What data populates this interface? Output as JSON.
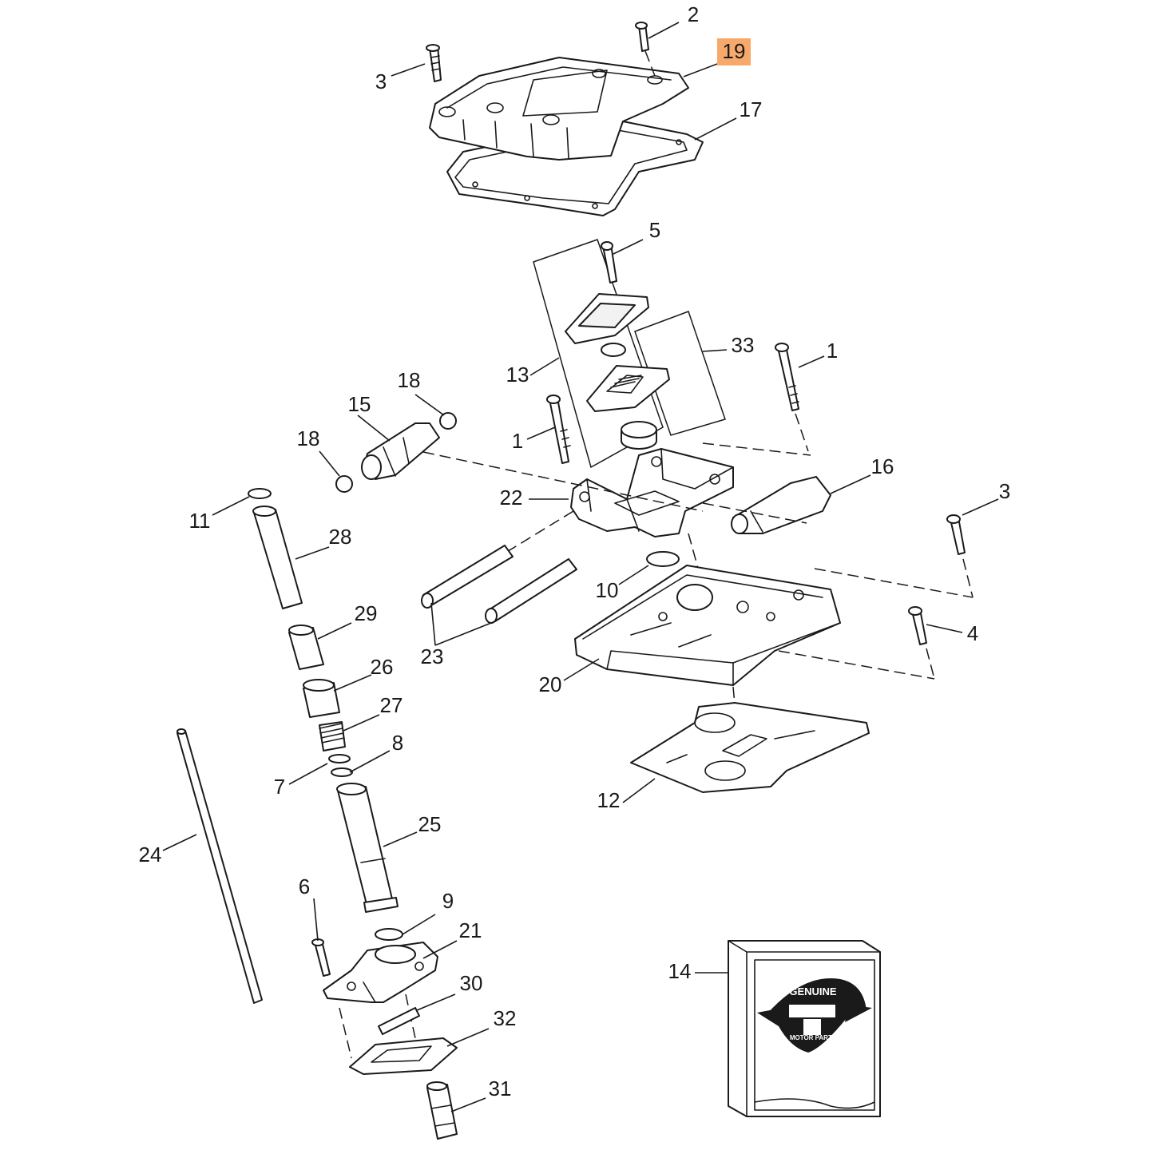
{
  "diagram": {
    "highlighted_part": "19",
    "highlight_color": "#f7a96b",
    "callouts": {
      "c1a": "1",
      "c1b": "1",
      "c2": "2",
      "c3a": "3",
      "c3b": "3",
      "c4": "4",
      "c5": "5",
      "c6": "6",
      "c7": "7",
      "c8": "8",
      "c9": "9",
      "c10": "10",
      "c11": "11",
      "c12": "12",
      "c13": "13",
      "c14": "14",
      "c15": "15",
      "c16": "16",
      "c17": "17",
      "c18a": "18",
      "c18b": "18",
      "c19": "19",
      "c20": "20",
      "c21": "21",
      "c22": "22",
      "c23": "23",
      "c24": "24",
      "c25": "25",
      "c26": "26",
      "c27": "27",
      "c28": "28",
      "c29": "29",
      "c30": "30",
      "c31": "31",
      "c32": "32",
      "c33": "33"
    },
    "logo_text": {
      "top": "GENUINE",
      "bottom": "MOTOR PARTS"
    }
  }
}
